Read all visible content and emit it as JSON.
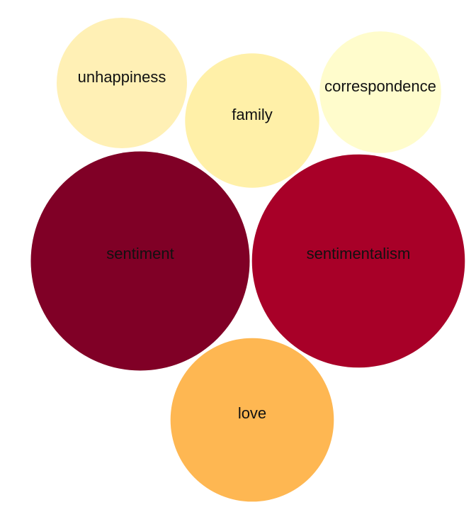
{
  "chart_data": {
    "type": "bubble",
    "title": "",
    "items": [
      {
        "label": "unhappiness",
        "value": 1,
        "color": "#fff0b5"
      },
      {
        "label": "family",
        "value": 1.06,
        "color": "#fff0a8"
      },
      {
        "label": "correspondence",
        "value": 0.87,
        "color": "#fffccc"
      },
      {
        "label": "sentiment",
        "value": 2.82,
        "color": "#800026"
      },
      {
        "label": "sentimentalism",
        "value": 2.67,
        "color": "#a80028"
      },
      {
        "label": "love",
        "value": 1.57,
        "color": "#feb752"
      }
    ]
  }
}
